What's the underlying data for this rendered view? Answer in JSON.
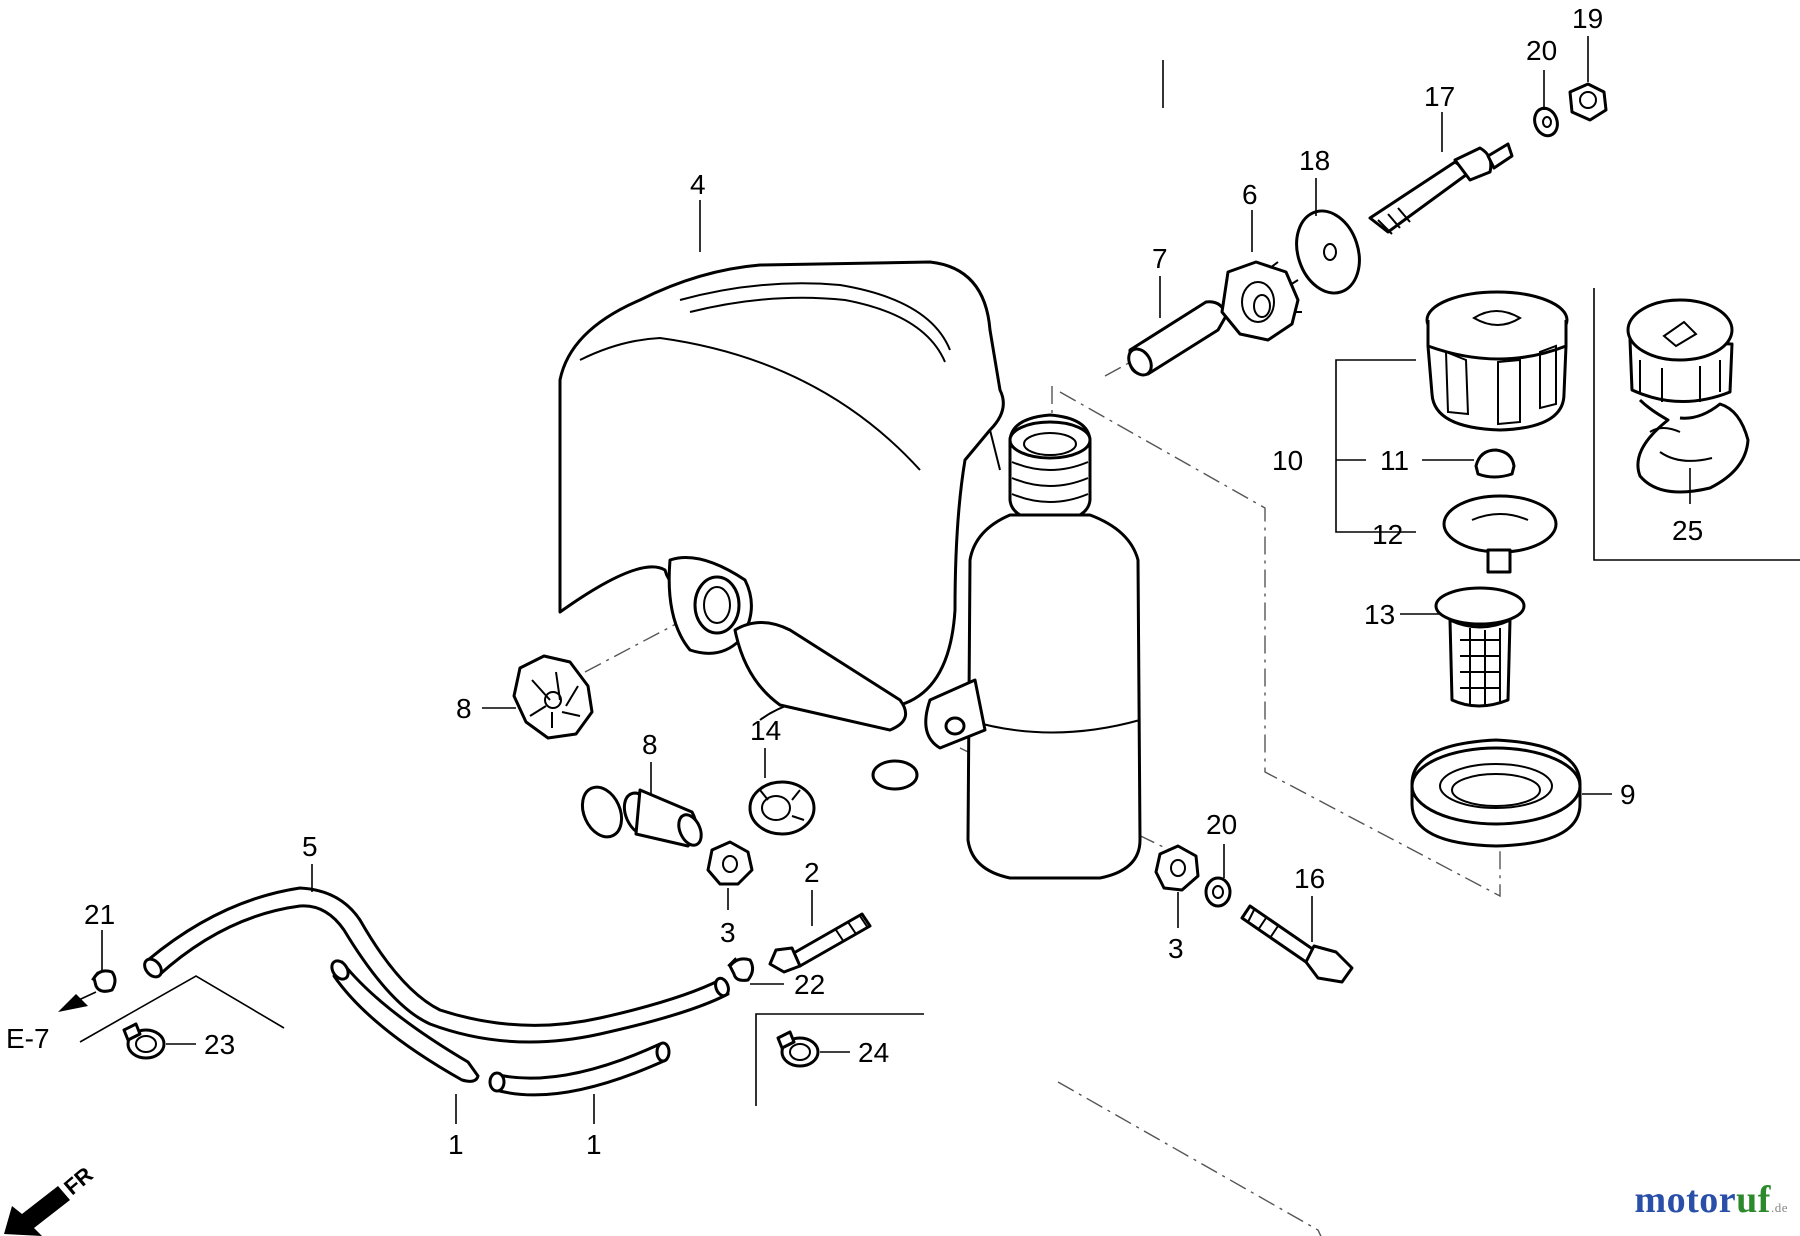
{
  "callouts": {
    "c1a": "1",
    "c1b": "1",
    "c2": "2",
    "c3a": "3",
    "c3b": "3",
    "c4": "4",
    "c5": "5",
    "c6": "6",
    "c7": "7",
    "c8a": "8",
    "c8b": "8",
    "c9": "9",
    "c10": "10",
    "c11": "11",
    "c12": "12",
    "c13": "13",
    "c14": "14",
    "c16": "16",
    "c17": "17",
    "c18": "18",
    "c19": "19",
    "c20a": "20",
    "c20b": "20",
    "c21": "21",
    "c22": "22",
    "c23": "23",
    "c24": "24",
    "c25": "25"
  },
  "reference": "E-7",
  "direction": "FR",
  "logo": {
    "brand_prefix": "motor",
    "brand_suffix": "uf",
    "tld": ".de"
  }
}
